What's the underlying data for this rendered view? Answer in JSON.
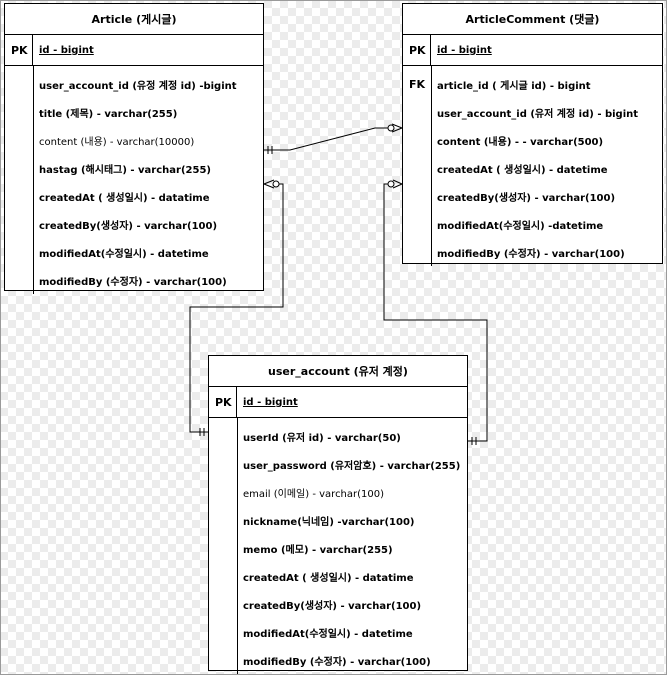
{
  "diagram": {
    "tables": {
      "article": {
        "title": "Article (게시글)",
        "pk_label": "PK",
        "pk_field": "id - bigint",
        "fields": [
          {
            "key": "",
            "text": "user_account_id (유정 계정 id) -bigint",
            "bold": true
          },
          {
            "key": "",
            "text": "title (제목) - varchar(255)",
            "bold": true
          },
          {
            "key": "",
            "text": "content (내용) - varchar(10000)",
            "bold": false
          },
          {
            "key": "",
            "text": "hastag (해시태그) - varchar(255)",
            "bold": true
          },
          {
            "key": "",
            "text": "createdAt ( 생성일시) - datatime",
            "bold": true
          },
          {
            "key": "",
            "text": "createdBy(생성자) - varchar(100)",
            "bold": true
          },
          {
            "key": "",
            "text": "modifiedAt(수정일시) - datetime",
            "bold": true
          },
          {
            "key": "",
            "text": "modifiedBy (수정자) - varchar(100)",
            "bold": true
          }
        ]
      },
      "article_comment": {
        "title": "ArticleComment (댓글)",
        "pk_label": "PK",
        "pk_field": "id - bigint",
        "fields": [
          {
            "key": "FK",
            "text": "article_id ( 게시글 id) - bigint",
            "bold": true
          },
          {
            "key": "",
            "text": "user_account_id (유저 계정 id) - bigint",
            "bold": true
          },
          {
            "key": "",
            "text": "content (내용) - - varchar(500)",
            "bold": true
          },
          {
            "key": "",
            "text": "createdAt ( 생성일시) - datetime",
            "bold": true
          },
          {
            "key": "",
            "text": "createdBy(생성자) - varchar(100)",
            "bold": true
          },
          {
            "key": "",
            "text": "modifiedAt(수정일시) -datetime",
            "bold": true
          },
          {
            "key": "",
            "text": "modifiedBy (수정자) - varchar(100)",
            "bold": true
          }
        ]
      },
      "user_account": {
        "title": "user_account (유저 계정)",
        "pk_label": "PK",
        "pk_field": "id - bigint",
        "fields": [
          {
            "key": "",
            "text": "userId (유저 id) - varchar(50)",
            "bold": true
          },
          {
            "key": "",
            "text": "user_password (유저암호) - varchar(255)",
            "bold": true
          },
          {
            "key": "",
            "text": "email (이메일) - varchar(100)",
            "bold": false
          },
          {
            "key": "",
            "text": "nickname(닉네임) -varchar(100)",
            "bold": true
          },
          {
            "key": "",
            "text": "memo (메모) - varchar(255)",
            "bold": true
          },
          {
            "key": "",
            "text": "createdAt ( 생성일시) - datatime",
            "bold": true
          },
          {
            "key": "",
            "text": "createdBy(생성자) - varchar(100)",
            "bold": true
          },
          {
            "key": "",
            "text": "modifiedAt(수정일시) - datetime",
            "bold": true
          },
          {
            "key": "",
            "text": "modifiedBy (수정자) - varchar(100)",
            "bold": true
          }
        ]
      }
    },
    "relationships": [
      {
        "from": "article",
        "to": "article_comment",
        "from_end": "one-mandatory",
        "to_end": "many-optional"
      },
      {
        "from": "user_account",
        "to": "article",
        "from_end": "one-mandatory",
        "to_end": "many-optional"
      },
      {
        "from": "user_account",
        "to": "article_comment",
        "from_end": "one-mandatory",
        "to_end": "many-optional"
      }
    ],
    "colors": {
      "line": "#000000",
      "table_bg": "#ffffff",
      "border": "#000000"
    }
  }
}
